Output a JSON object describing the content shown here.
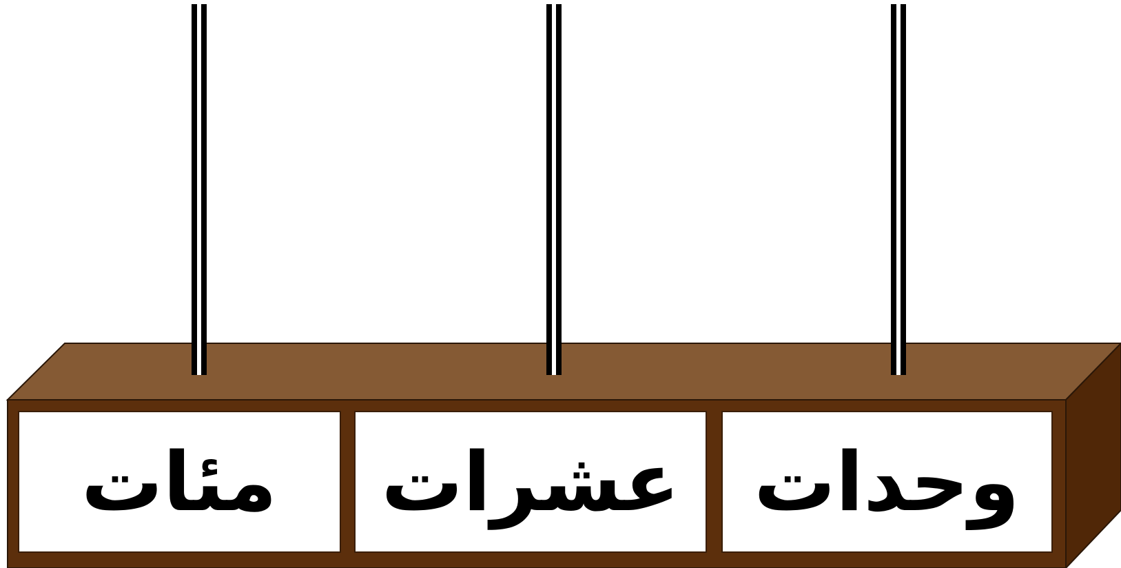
{
  "abacus": {
    "columns": [
      {
        "label": "مئات"
      },
      {
        "label": "عشرات"
      },
      {
        "label": "وحدات"
      }
    ]
  },
  "colors": {
    "base_top": "#855A34",
    "base_front": "#5C2F0C",
    "base_side": "#502707",
    "outline": "#1A0E05",
    "label_background": "#FFFFFF",
    "rod": "#000000"
  }
}
